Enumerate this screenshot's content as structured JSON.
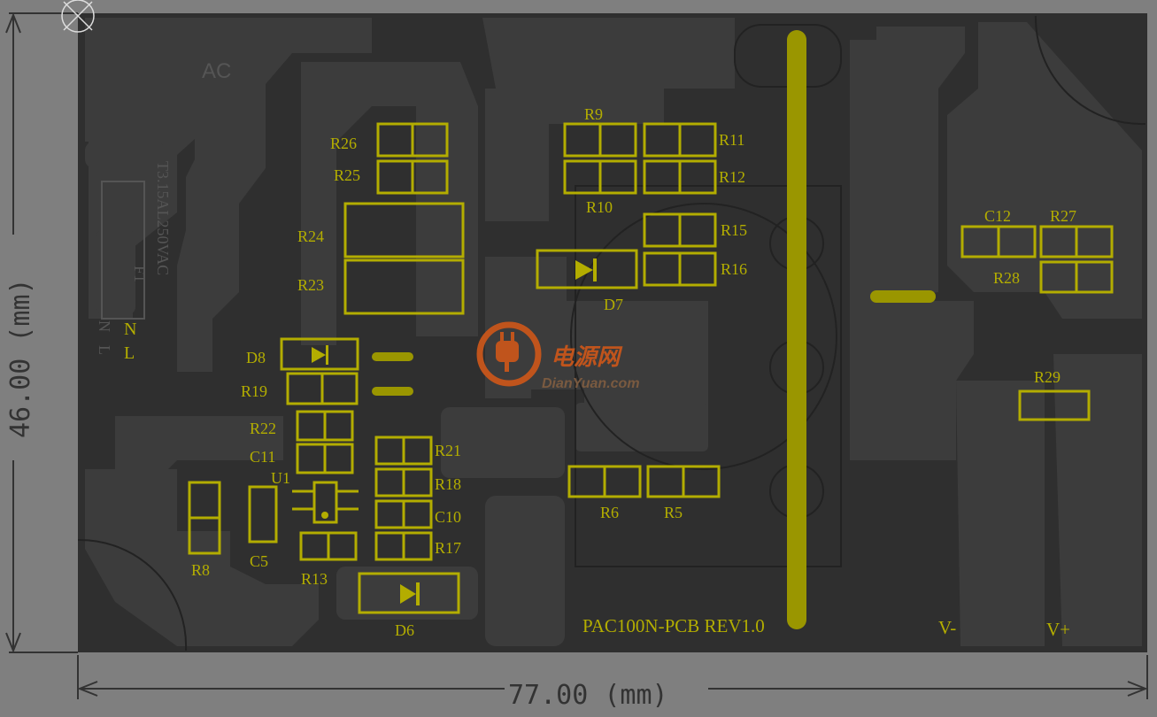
{
  "board": {
    "name_text": "PAC100N-PCB REV1.0",
    "output_minus": "V-",
    "output_plus": "V+",
    "input_label": "AC",
    "fuse_label": "F1",
    "fuse_rating": "T3.15AL250VAC",
    "n_label": "N",
    "l_label": "L",
    "in_n": "N",
    "in_l": "L"
  },
  "dimensions": {
    "width_label": "77.00 (mm)",
    "height_label": "46.00 (mm)"
  },
  "watermark": {
    "cn": "电源网",
    "en": "DianYuan.com"
  },
  "components": {
    "R26": "R26",
    "R25": "R25",
    "R24": "R24",
    "R23": "R23",
    "R9": "R9",
    "R11": "R11",
    "R10": "R10",
    "R12": "R12",
    "R15": "R15",
    "R16": "R16",
    "D7": "D7",
    "D8": "D8",
    "R19": "R19",
    "R22": "R22",
    "C11": "C11",
    "U1": "U1",
    "R21": "R21",
    "R18": "R18",
    "C10": "C10",
    "R17": "R17",
    "R6": "R6",
    "R5": "R5",
    "R8": "R8",
    "C5": "C5",
    "R13": "R13",
    "D6": "D6",
    "C12": "C12",
    "R27": "R27",
    "R28": "R28",
    "R29": "R29"
  },
  "colors": {
    "background": "#7f7f7f",
    "copper": "#3a3a3a",
    "silkscreen": "#b3ad00"
  }
}
